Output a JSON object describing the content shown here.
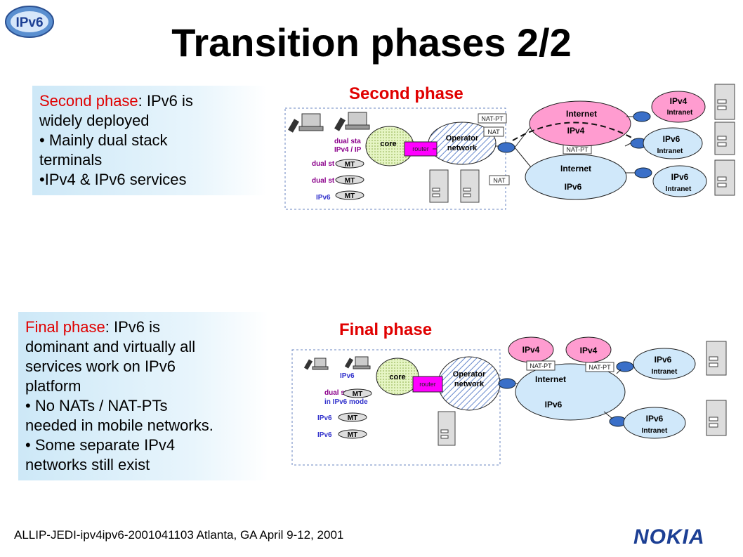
{
  "slide": {
    "title": "Transition phases 2/2",
    "logo_text": "IPv6",
    "footer": "ALLIP-JEDI-ipv4ipv6-2001041103 Atlanta, GA April 9-12, 2001",
    "brand": "NOKIA",
    "colors": {
      "accent_red": "#e00000",
      "nokia_blue": "#1c3f94",
      "box_bg": "#cde8f7",
      "router_magenta": "#ff00ff",
      "terminal_purple": "#8b008b",
      "label_blue": "#3333cc"
    }
  },
  "second": {
    "bullets": {
      "b1_red": "Second phase",
      "b1_rest": ": IPv6 is",
      "b1_cont": "widely deployed",
      "b2": "• Mainly dual stack",
      "b2_cont": "terminals",
      "b3": "•IPv4 & IPv6 services"
    },
    "diagram": {
      "title": "Second phase",
      "terminal_1": "dual sta",
      "terminal_1b": "IPv4 / IP",
      "terminal_2": "dual st",
      "terminal_3": "dual st",
      "terminal_4": "IPv6",
      "mt": "MT",
      "core": "core",
      "router": "router",
      "operator": "Operator",
      "network": "network",
      "natpt_1": "NAT-PT",
      "nat_1": "NAT",
      "natpt_2": "NAT-PT",
      "nat_2": "NAT",
      "internet_v4": "Internet",
      "internet_v4_proto": "IPv4",
      "internet_v6": "Internet",
      "internet_v6_proto": "IPv6",
      "intranet_v4": "IPv4",
      "intranet_v4_sub": "Intranet",
      "intranet_v6a": "IPv6",
      "intranet_v6a_sub": "Intranet",
      "intranet_v6b": "IPv6",
      "intranet_v6b_sub": "Intranet"
    }
  },
  "final": {
    "bullets": {
      "b1_red": "Final phase",
      "b1_rest": ": IPv6 is",
      "b1_cont1": "dominant and virtually all",
      "b1_cont2": "services work on IPv6",
      "b1_cont3": "platform",
      "b2": "• No NATs / NAT-PTs",
      "b2_cont": "needed in mobile networks.",
      "b3": "• Some separate IPv4",
      "b3_cont": "networks still exist"
    },
    "diagram": {
      "title": "Final phase",
      "terminal_1": "IPv6",
      "terminal_2": "dual st",
      "terminal_2b": "in IPv6 mode",
      "terminal_3": "IPv6",
      "terminal_4": "IPv6",
      "mt": "MT",
      "core": "core",
      "router": "router",
      "operator": "Operator",
      "network": "network",
      "ipv4_a": "IPv4",
      "ipv4_b": "IPv4",
      "natpt_1": "NAT-PT",
      "natpt_2": "NAT-PT",
      "internet": "Internet",
      "internet_proto": "IPv6",
      "intranet_a": "IPv6",
      "intranet_a_sub": "Intranet",
      "intranet_b": "IPv6",
      "intranet_b_sub": "Intranet"
    }
  }
}
